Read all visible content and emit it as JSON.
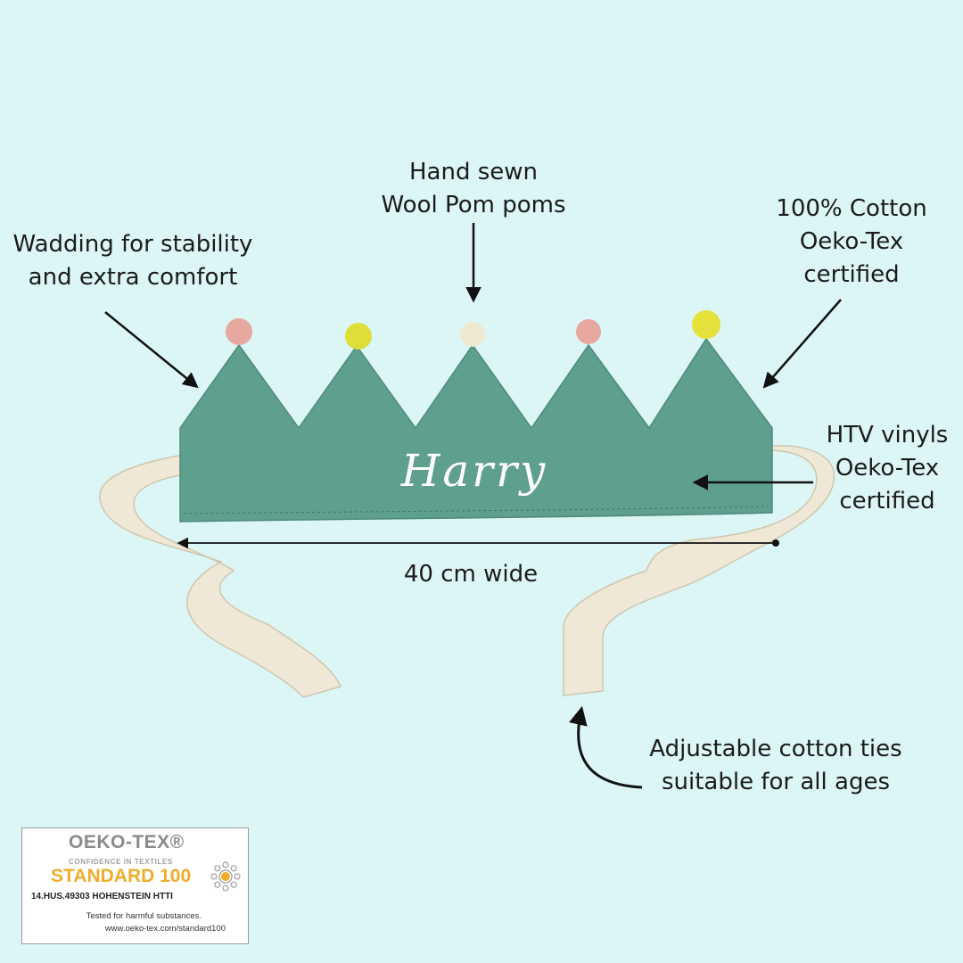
{
  "labels": {
    "wadding_line1": "Wadding for stability",
    "wadding_line2": "and extra comfort",
    "pompoms_line1": "Hand sewn",
    "pompoms_line2": "Wool Pom poms",
    "cotton_line1": "100% Cotton",
    "cotton_line2": "Oeko-Tex",
    "cotton_line3": "certified",
    "htv_line1": "HTV vinyls",
    "htv_line2": "Oeko-Tex",
    "htv_line3": "certified",
    "width": "40 cm wide",
    "ties_line1": "Adjustable cotton ties",
    "ties_line2": "suitable for all ages"
  },
  "crown": {
    "name": "Harry",
    "fabric_color": "#5e9f8d",
    "pompom_colors": [
      "#e7a8a0",
      "#dede3a",
      "#efe8d2",
      "#e7a8a0",
      "#e6e03a"
    ],
    "tie_color": "#efe8d6"
  },
  "badge": {
    "brand": "OEKO-TEX®",
    "tagline": "CONFIDENCE IN TEXTILES",
    "standard": "STANDARD 100",
    "code": "14.HUS.49303 HOHENSTEIN HTTI",
    "tested": "Tested for harmful substances.",
    "url": "www.oeko-tex.com/standard100",
    "accent_color": "#f0ad2b"
  },
  "colors": {
    "background": "#dcf6f5",
    "text": "#1b1b1b"
  }
}
